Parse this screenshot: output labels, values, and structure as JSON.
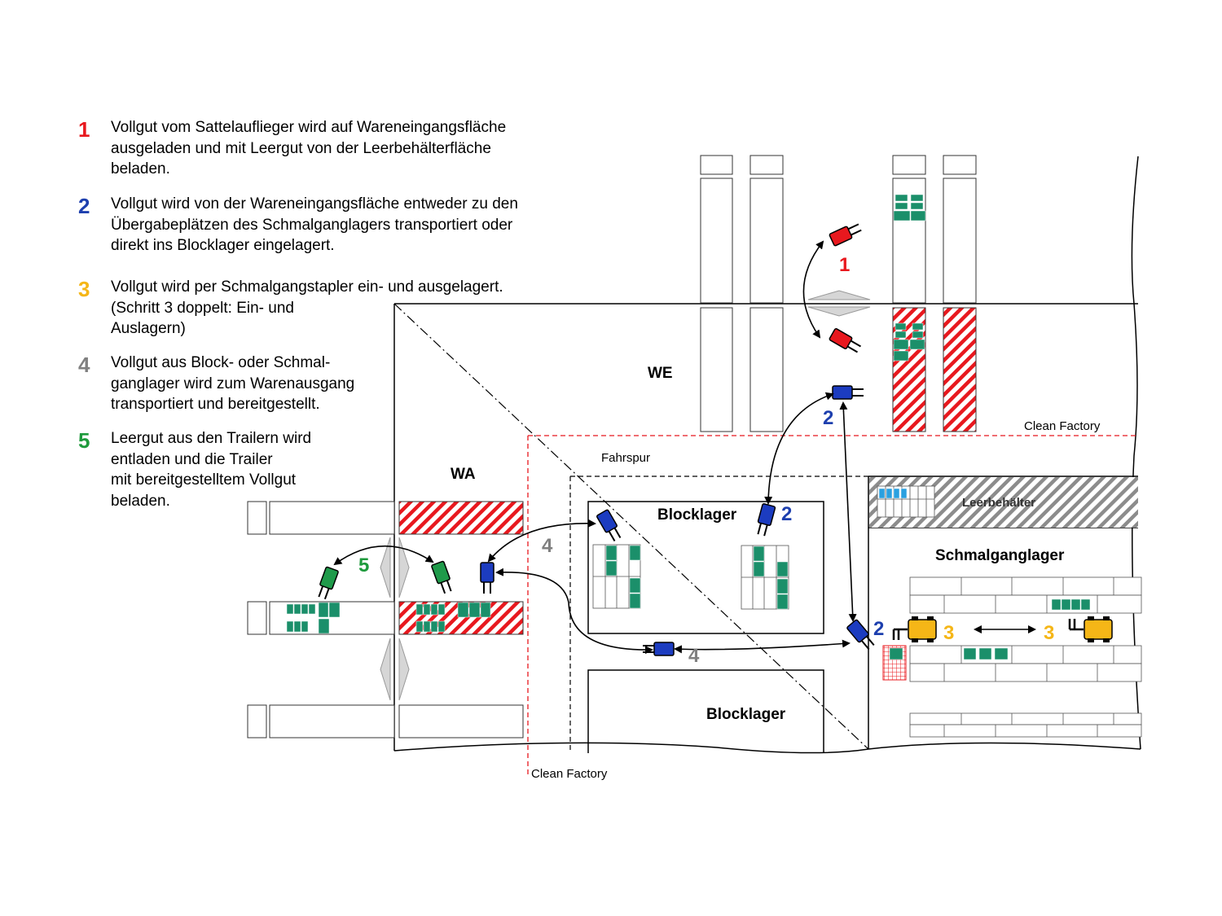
{
  "colors": {
    "step1": "#e8181e",
    "step2": "#1d3fae",
    "step3": "#f5b617",
    "step4": "#808080",
    "step5": "#1e9a3c",
    "pallet": "#1b8f6a",
    "hatch_red": "#e8181e",
    "hatch_gray": "#8c8c8c",
    "empty_bins": "#2aa0e0",
    "truck_red": "#e8181e",
    "truck_blue": "#1c3cc0",
    "truck_green": "#1f9a4a",
    "truck_yellow": "#f5b617"
  },
  "legend": [
    {
      "num": "1",
      "color": "#e8181e",
      "text": "Vollgut  vom Sattelauflieger wird auf Wareneingangsfläche\nausgeladen und mit Leergut  von der Leerbehälterfläche\nbeladen."
    },
    {
      "num": "2",
      "color": "#1d3fae",
      "text": "Vollgut wird von der Wareneingangsfläche entweder zu den\nÜbergabeplätzen des Schmalganglagers  transportiert oder\ndirekt ins Blocklager eingelagert."
    },
    {
      "num": "3",
      "color": "#f5b617",
      "text": "Vollgut wird per Schmalgangstapler ein- und ausgelagert.\n(Schritt 3 doppelt: Ein- und\nAuslagern)"
    },
    {
      "num": "4",
      "color": "#808080",
      "text": "Vollgut aus Block- oder Schmal-\nganglager wird zum Warenausgang\ntransportiert und bereitgestellt."
    },
    {
      "num": "5",
      "color": "#1e9a3c",
      "text": "Leergut aus den Trailern wird\nentladen und die Trailer\nmit bereitgestelltem Vollgut\nbeladen."
    }
  ],
  "areas": {
    "we": "WE",
    "wa": "WA",
    "fahrspur": "Fahrspur",
    "blocklager_top": "Blocklager",
    "blocklager_bottom": "Blocklager",
    "leerbehaelter": "Leerbehälter",
    "schmalganglager": "Schmalganglager",
    "clean_factory_top": "Clean Factory",
    "clean_factory_bottom": "Clean Factory"
  },
  "step_markers": {
    "m1": "1",
    "m2a": "2",
    "m2b": "2",
    "m2c": "2",
    "m3a": "3",
    "m3b": "3",
    "m4a": "4",
    "m4b": "4",
    "m5": "5"
  }
}
